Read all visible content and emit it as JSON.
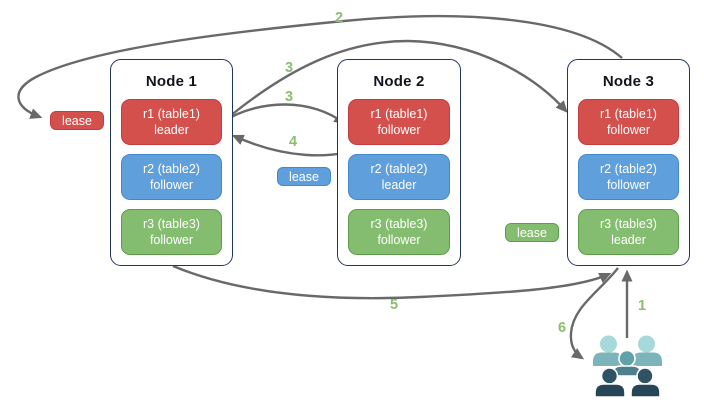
{
  "diagram": {
    "nodes": [
      {
        "title": "Node 1",
        "replicas": [
          {
            "range": "r1 (table1)",
            "role": "leader"
          },
          {
            "range": "r2 (table2)",
            "role": "follower"
          },
          {
            "range": "r3 (table3)",
            "role": "follower"
          }
        ]
      },
      {
        "title": "Node 2",
        "replicas": [
          {
            "range": "r1 (table1)",
            "role": "follower"
          },
          {
            "range": "r2 (table2)",
            "role": "leader"
          },
          {
            "range": "r3 (table3)",
            "role": "follower"
          }
        ]
      },
      {
        "title": "Node 3",
        "replicas": [
          {
            "range": "r1 (table1)",
            "role": "follower"
          },
          {
            "range": "r2 (table2)",
            "role": "follower"
          },
          {
            "range": "r3 (table3)",
            "role": "leader"
          }
        ]
      }
    ],
    "leases": [
      {
        "label": "lease",
        "color": "#d4504c"
      },
      {
        "label": "lease",
        "color": "#5f9fdb"
      },
      {
        "label": "lease",
        "color": "#85bd70"
      }
    ],
    "steps": {
      "s1": "1",
      "s2": "2",
      "s3a": "3",
      "s3b": "3",
      "s4": "4",
      "s5": "5",
      "s6": "6"
    },
    "colors": {
      "replica_red": "#d4504c",
      "replica_red_border": "#c43b40",
      "replica_blue": "#5f9fdb",
      "replica_blue_border": "#4288cc",
      "replica_green": "#85bd70",
      "replica_green_border": "#5d9c4b",
      "node_border": "#22365c",
      "arrow": "#696969",
      "step_label": "#8abf6e",
      "users_light": "#a7d8da",
      "users_mid": "#63a1aa",
      "users_dark": "#2f5364"
    }
  }
}
